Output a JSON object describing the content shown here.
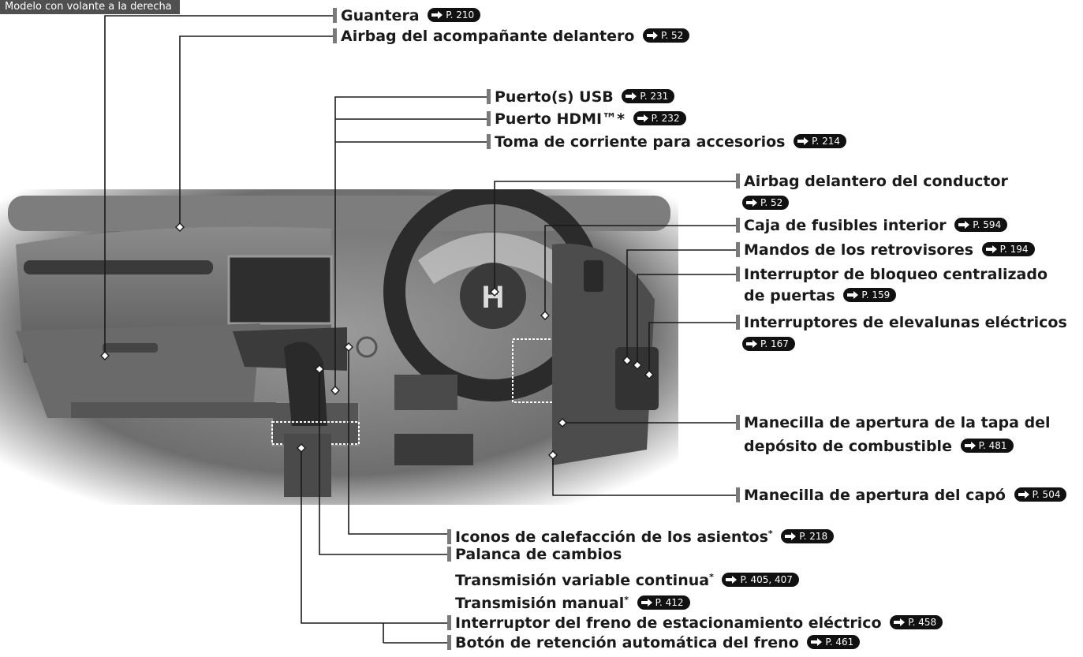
{
  "model_tag": "Modelo con volante a la derecha",
  "labels": {
    "guantera": {
      "text": "Guantera",
      "ref": "P. 210"
    },
    "airbag_acomp": {
      "text": "Airbag del acompañante delantero",
      "ref": "P. 52"
    },
    "usb": {
      "text": "Puerto(s) USB",
      "ref": "P. 231"
    },
    "hdmi": {
      "text": "Puerto HDMI™*",
      "ref": "P. 232"
    },
    "toma": {
      "text": "Toma de corriente para accesorios",
      "ref": "P. 214"
    },
    "airbag_cond": {
      "text": "Airbag delantero del conductor",
      "ref": "P. 52"
    },
    "fusibles": {
      "text": "Caja de fusibles interior",
      "ref": "P. 594"
    },
    "retrovisores": {
      "text": "Mandos de los retrovisores",
      "ref": "P. 194"
    },
    "bloqueo": {
      "line1": "Interruptor de bloqueo centralizado",
      "line2": "de puertas",
      "ref": "P. 159"
    },
    "elevalunas": {
      "text": "Interruptores de elevalunas eléctricos",
      "ref": "P. 167"
    },
    "tapa": {
      "line1": "Manecilla de apertura de la tapa del",
      "line2": "depósito de combustible",
      "ref": "P. 481"
    },
    "capo": {
      "text": "Manecilla de apertura del capó",
      "ref": "P. 504"
    },
    "iconos": {
      "text": "Iconos de calefacción de los asientos",
      "ref": "P. 218"
    },
    "palanca": {
      "text": "Palanca de cambios"
    },
    "cvt": {
      "text": "Transmisión variable continua",
      "ref": "P. 405, 407"
    },
    "manual": {
      "text": "Transmisión manual",
      "ref": "P. 412"
    },
    "freno": {
      "text": "Interruptor del freno de estacionamiento eléctrico",
      "ref": "P. 458"
    },
    "retencion": {
      "text": "Botón de retención automática del freno",
      "ref": "P. 461"
    },
    "asterisk": "*"
  },
  "photo": {
    "emblem": "H"
  }
}
